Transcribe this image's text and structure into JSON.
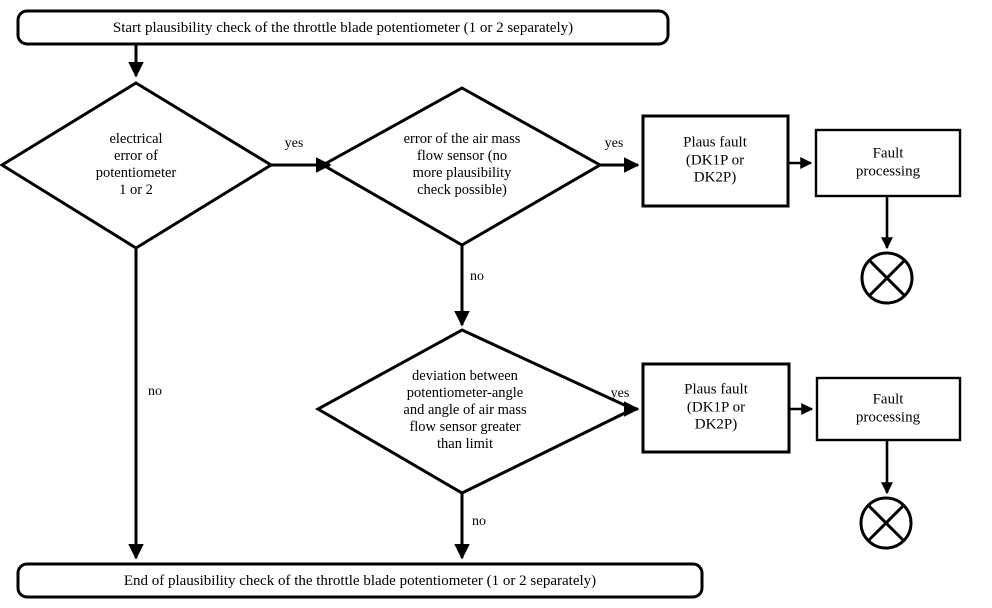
{
  "diagram": {
    "title": "Plausibility check of the throttle blade potentiometer flowchart",
    "type": "flowchart",
    "colors": {
      "stroke": "#000000",
      "fill": "#ffffff",
      "text": "#000000"
    },
    "nodes": {
      "start": {
        "shape": "rounded-rectangle",
        "text": "Start plausibility check of the throttle blade potentiometer (1 or 2 separately)"
      },
      "end": {
        "shape": "rounded-rectangle",
        "text": "End of plausibility check of the throttle blade potentiometer (1 or 2 separately)"
      },
      "decision_electrical_error": {
        "shape": "diamond",
        "text": "electrical\nerror of\npotentiometer\n1 or 2"
      },
      "decision_air_mass_error": {
        "shape": "diamond",
        "text": "error of the air mass\nflow sensor (no\nmore plausibility\ncheck possible)"
      },
      "decision_deviation": {
        "shape": "diamond",
        "text": "deviation between\npotentiometer-angle\nand angle of air mass\nflow sensor greater\nthan limit"
      },
      "plaus_fault_top": {
        "shape": "rectangle",
        "text": "Plaus fault\n(DK1P or\nDK2P)"
      },
      "plaus_fault_bottom": {
        "shape": "rectangle",
        "text": "Plaus fault\n(DK1P or\nDK2P)"
      },
      "fault_processing_top": {
        "shape": "rectangle",
        "text": "Fault\nprocessing"
      },
      "fault_processing_bottom": {
        "shape": "rectangle",
        "text": "Fault\nprocessing"
      },
      "terminator_top": {
        "shape": "circle-with-x",
        "text": ""
      },
      "terminator_bottom": {
        "shape": "circle-with-x",
        "text": ""
      }
    },
    "edge_labels": {
      "electrical_yes": "yes",
      "electrical_no": "no",
      "air_mass_yes": "yes",
      "air_mass_no": "no",
      "deviation_yes": "yes",
      "deviation_no": "no"
    }
  }
}
